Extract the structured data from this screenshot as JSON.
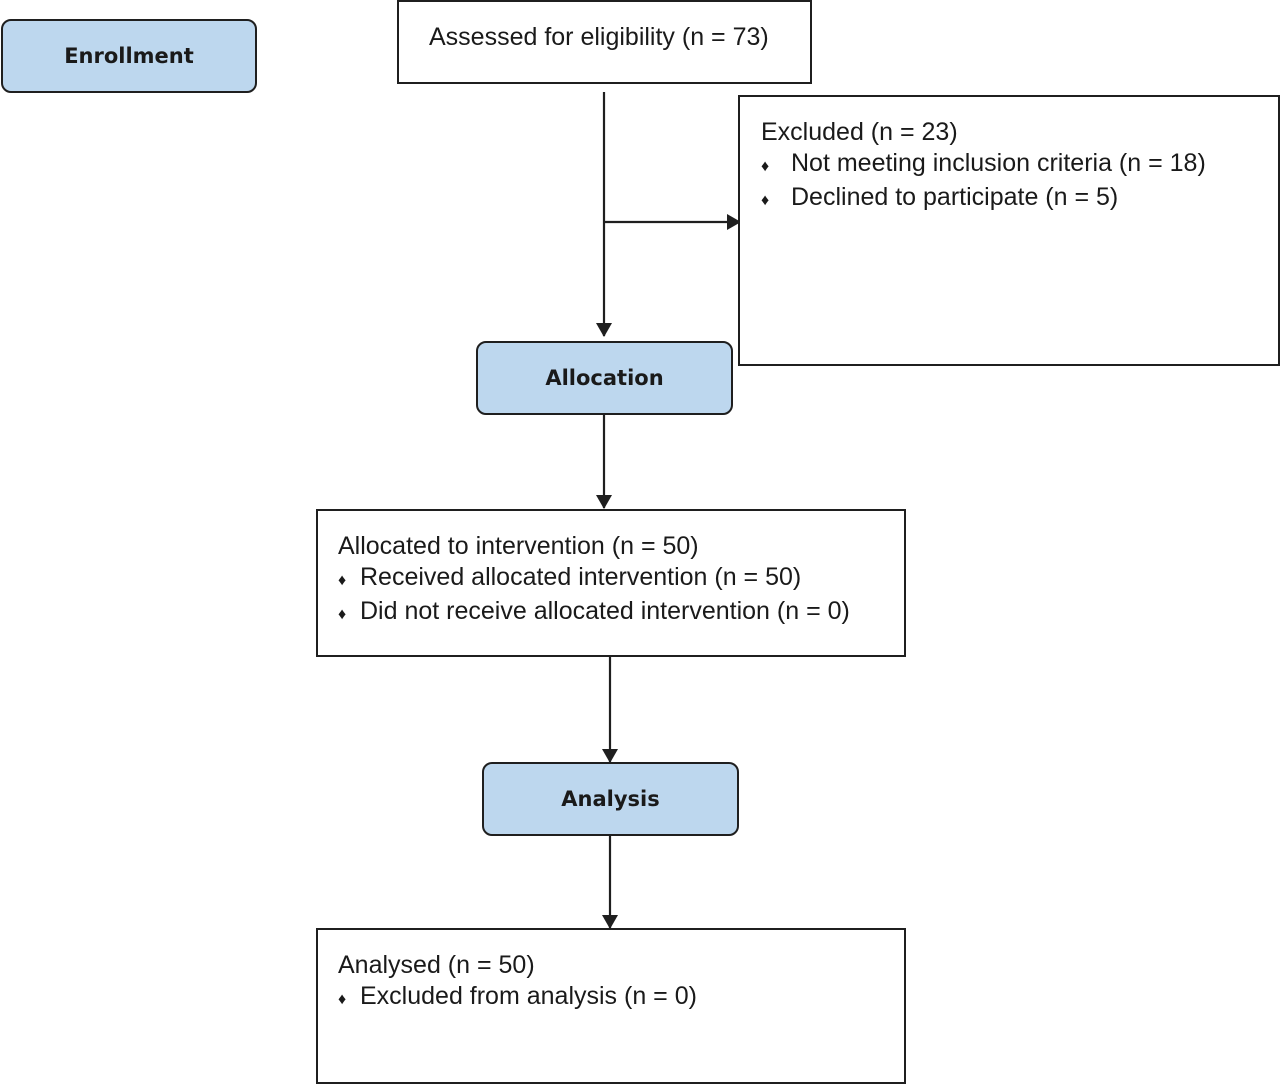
{
  "stages": {
    "enrollment": "Enrollment",
    "allocation": "Allocation",
    "analysis": "Analysis"
  },
  "assessed": {
    "text": "Assessed for eligibility (n = 73)"
  },
  "excluded": {
    "title": "Excluded (n = 23)",
    "items": [
      "Not meeting inclusion criteria (n = 18)",
      "Declined to participate (n = 5)"
    ]
  },
  "allocated": {
    "title": "Allocated to intervention (n = 50)",
    "items": [
      "Received allocated intervention (n = 50)",
      "Did not receive allocated intervention (n = 0)"
    ]
  },
  "analysed": {
    "title": "Analysed (n = 50)",
    "items": [
      "Excluded from analysis (n = 0)"
    ]
  },
  "bullet_glyph": "♦"
}
